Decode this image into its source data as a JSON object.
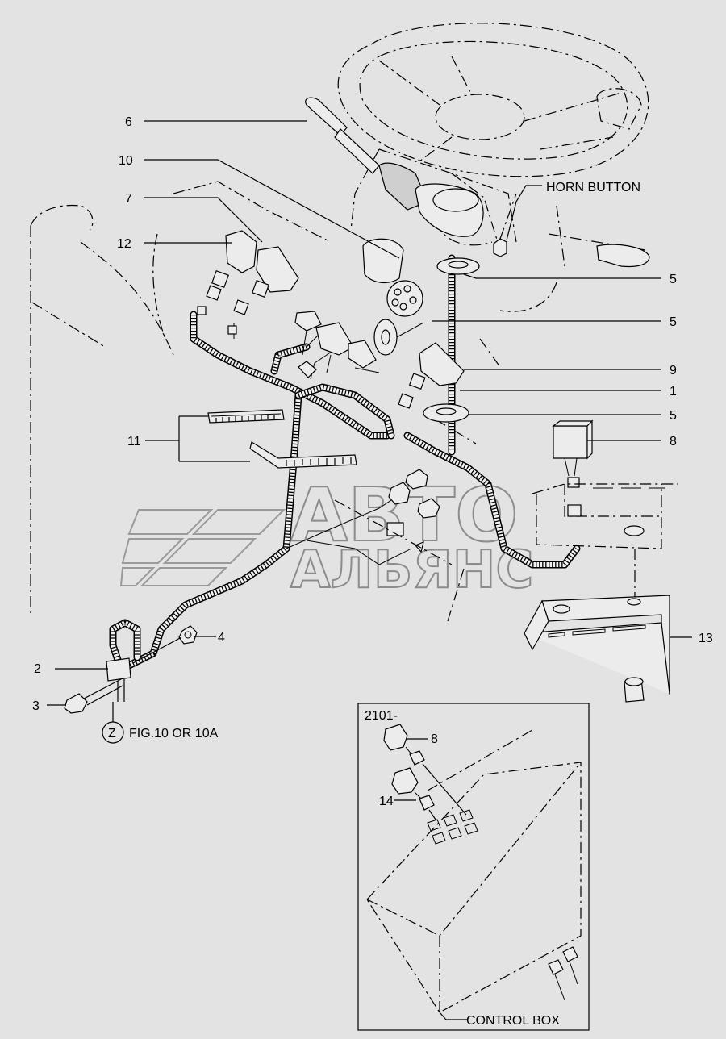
{
  "callouts": {
    "c1": "1",
    "c2": "2",
    "c3": "3",
    "c4": "4",
    "c5a": "5",
    "c5b": "5",
    "c5c": "5",
    "c6": "6",
    "c7": "7",
    "c8": "8",
    "c9": "9",
    "c10": "10",
    "c11": "11",
    "c12": "12",
    "c13": "13"
  },
  "labels": {
    "horn_button": "HORN BUTTON",
    "figure_ref_symbol": "Z",
    "figure_ref": "FIG.10 OR 10A"
  },
  "inset": {
    "serial": "2101-",
    "callout_8": "8",
    "callout_14": "14",
    "control_box": "CONTROL BOX"
  },
  "watermark": {
    "line1": "АВТО",
    "line2": "АЛЬЯНС"
  },
  "colors": {
    "background": "#e3e3e3",
    "line": "#000000",
    "watermark": "#8c8c8c"
  }
}
